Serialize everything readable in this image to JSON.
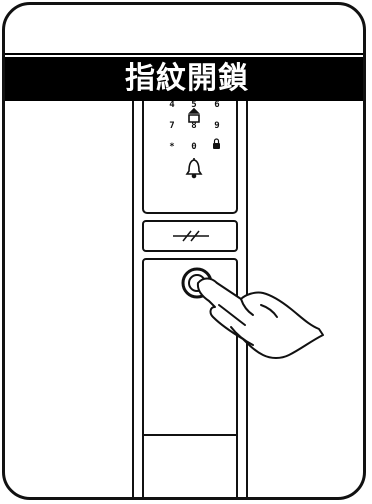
{
  "banner": {
    "title": "指紋開鎖"
  },
  "keypad": {
    "keys": [
      "4",
      "5",
      "6",
      "7",
      "8",
      "9",
      "*",
      "0",
      "🔒"
    ],
    "icons": [
      "unlock-arrow-icon",
      "bell-icon"
    ]
  },
  "colors": {
    "background": "#ffffff",
    "banner": "#000000",
    "outline": "#111111"
  }
}
